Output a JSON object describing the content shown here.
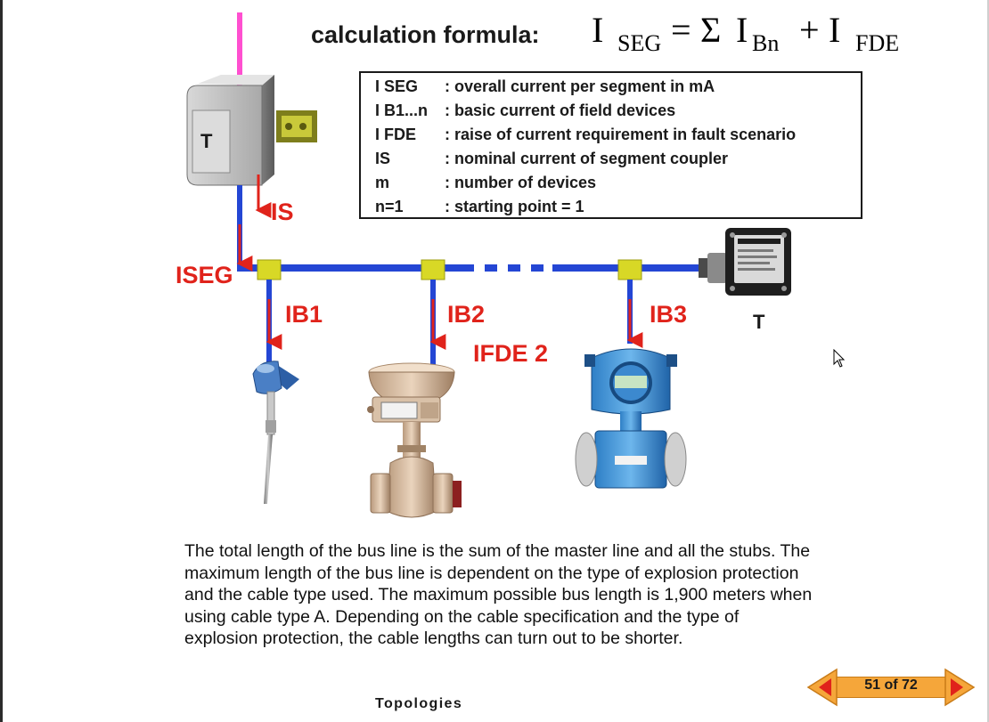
{
  "slide": {
    "title": "calculation formula:",
    "formula": {
      "i_seg_main": "I",
      "i_seg_sub": "SEG",
      "equals": "=",
      "sum": "Σ",
      "i_bn_main": "I",
      "i_bn_sub": "Bn",
      "plus": "+",
      "i_fde_main": "I",
      "i_fde_sub": "FDE"
    },
    "legend": [
      {
        "term": "I SEG",
        "desc": ": overall current per segment in mA"
      },
      {
        "term": "I B1...n",
        "desc": ": basic current of field devices"
      },
      {
        "term": "I FDE",
        "desc": ": raise of current requirement in fault scenario"
      },
      {
        "term": "IS",
        "desc": ": nominal current of segment coupler"
      },
      {
        "term": "m",
        "desc": ": number of devices"
      },
      {
        "term": "n=1",
        "desc": ": starting point = 1"
      }
    ],
    "diagram": {
      "coupler_label": "T",
      "terminator_label": "T",
      "is_label": "IS",
      "iseg_label": "ISEG",
      "ib1_label": "IB1",
      "ib2_label": "IB2",
      "ib3_label": "IB3",
      "ifde_label": "IFDE 2"
    },
    "body_text": "The total length of the bus line is the sum of the master line and all the stubs. The maximum length of the bus line is dependent on the type of explosion protection and the cable type used. The maximum possible bus length is 1,900 meters when using cable type A. Depending on the cable specification and the type of explosion protection, the cable lengths can turn out to be shorter.",
    "footer_title": "Topologies",
    "pager": {
      "label": "51 of 72",
      "current": 51,
      "total": 72
    }
  },
  "colors": {
    "bus": "#2446d4",
    "current_arrow": "#e0231b",
    "master_line": "#ff4fd0",
    "junction": "#d8d826",
    "pager": "#f5a63a"
  }
}
